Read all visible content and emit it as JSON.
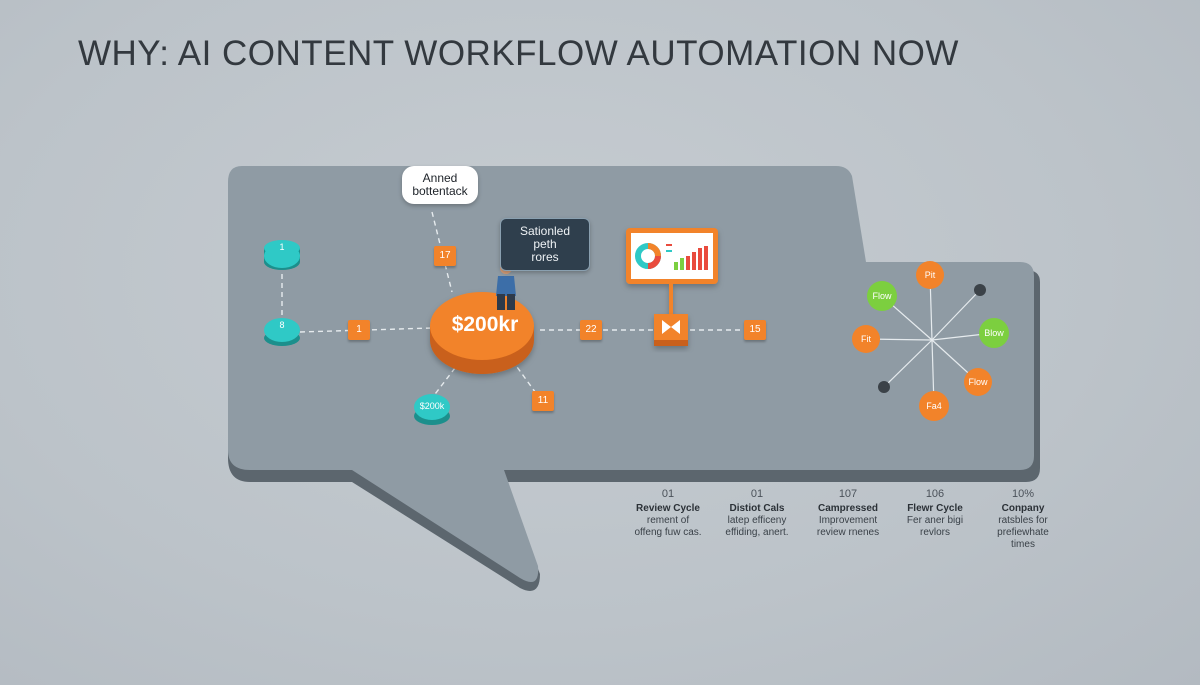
{
  "title": "WHY: AI CONTENT WORKFLOW AUTOMATION NOW",
  "callouts": {
    "bottleneck": [
      "Anned",
      "bottentack"
    ],
    "path": [
      "Sationled peth",
      "rores"
    ]
  },
  "hub": {
    "label": "$200kr"
  },
  "discs": {
    "top_left": "1",
    "mid_left": "8",
    "bottom": "$200k"
  },
  "tags": {
    "t17": "17",
    "t1": "1",
    "t11": "11",
    "t22": "22",
    "t15": "15"
  },
  "network": {
    "top": "Pit",
    "left_top": "Flow",
    "right": "Blow",
    "left": "Fit",
    "right_bottom": "Flow",
    "bottom": "Fa4"
  },
  "legend": [
    {
      "num": "01",
      "head": "Review Cycle",
      "lines": [
        "rement of",
        "offeng fuw cas."
      ]
    },
    {
      "num": "01",
      "head": "Distiot Cals",
      "lines": [
        "latep efficeny",
        "effiding, anert."
      ]
    },
    {
      "num": "107",
      "head": "Campressed",
      "lines": [
        "Improvement",
        "review rnenes"
      ]
    },
    {
      "num": "106",
      "head": "Flewr Cycle",
      "lines": [
        "Fer aner bigi",
        "revlors"
      ]
    },
    {
      "num": "10%",
      "head": "Conpany",
      "lines": [
        "ratsbles for",
        "prefiewhate",
        "times"
      ]
    }
  ],
  "colors": {
    "teal": "#2fc9c6",
    "orange": "#f2832a",
    "green": "#7ccf3f",
    "panel": "#8e9aa3"
  }
}
